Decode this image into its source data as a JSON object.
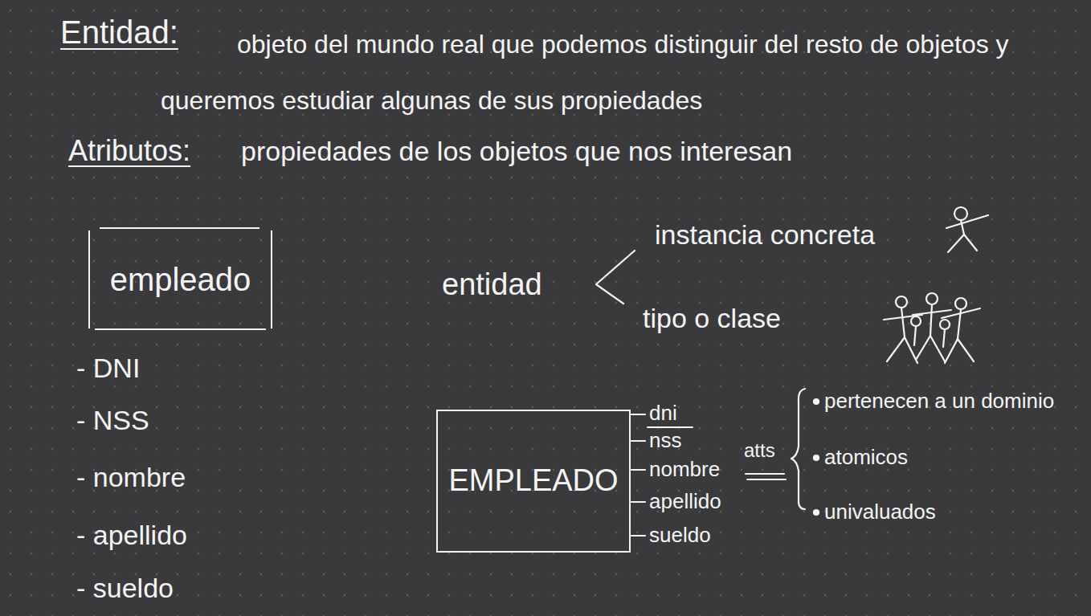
{
  "diagram": {
    "nodes": [
      {
        "text": [
          "empleado"
        ]
      },
      {
        "text": [
          "EMPLEADO"
        ]
      }
    ],
    "labels": [
      "Entidad:",
      "objeto del mundo real que podemos distinguir del resto de objetos y queremos estudiar algunas de sus propiedades",
      "Atributos:",
      "propiedades de los objetos que nos interesan",
      "- DNI",
      "- NSS",
      "- nombre",
      "- apellido",
      "- sueldo",
      "entidad",
      "instancia concreta",
      "tipo o clase",
      "dni",
      "nss",
      "nombre",
      "apellido",
      "sueldo",
      "atts",
      "pertenecen a un dominio",
      "atomicos",
      "univaluados"
    ]
  }
}
